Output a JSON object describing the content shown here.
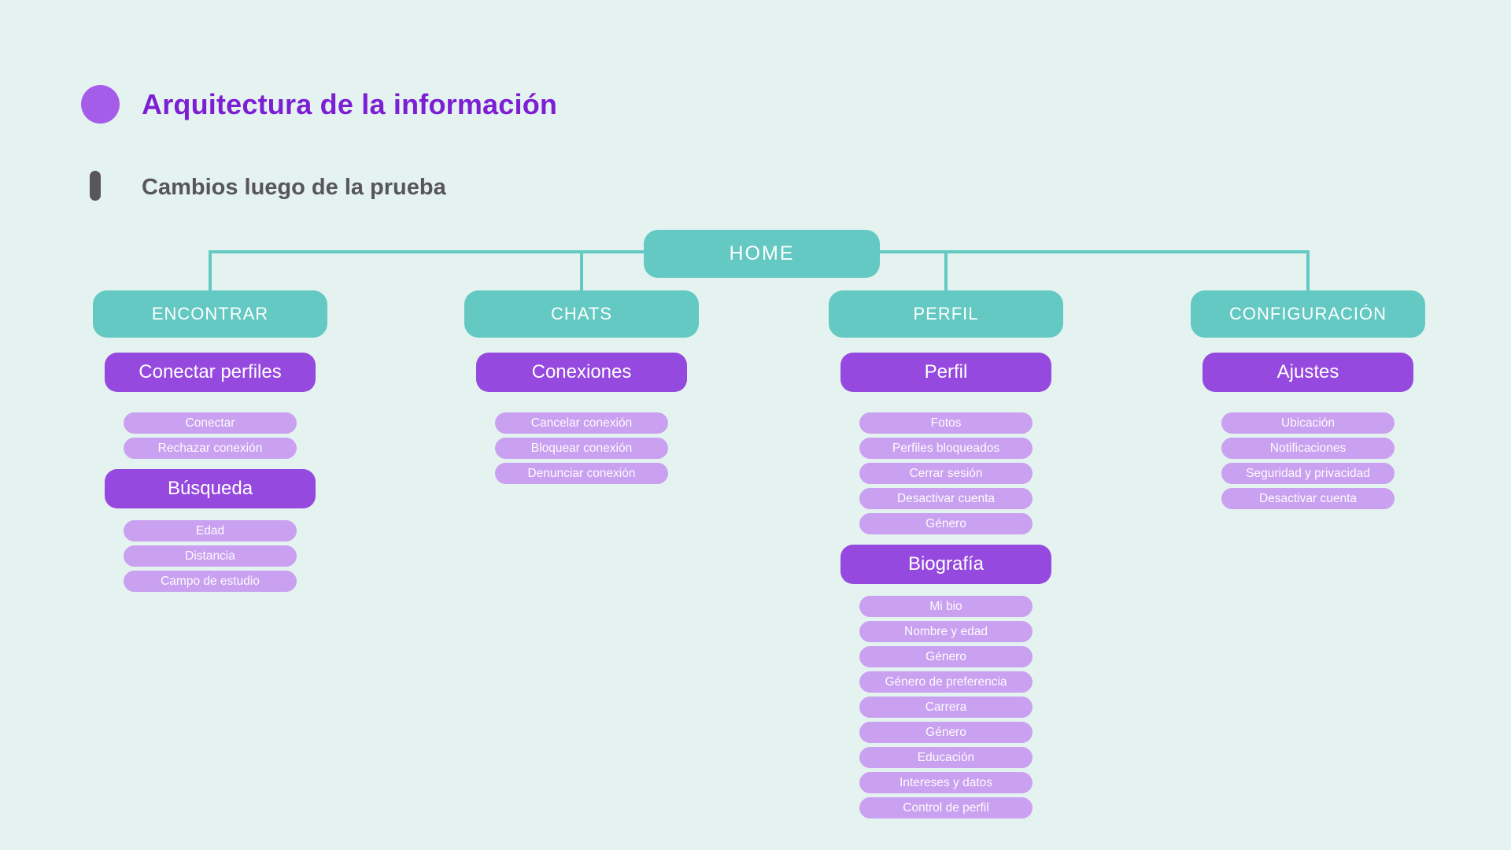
{
  "page": {
    "title": "Arquitectura de la información",
    "subtitle": "Cambios luego de la prueba"
  },
  "colors": {
    "background": "#e5f3f0",
    "teal_node": "#63c9c2",
    "purple_node": "#9549de",
    "light_purple_pill": "#c9a1f0",
    "title_text": "#7c1ed4",
    "subtitle_text": "#57575a",
    "bullet_dot": "#a55ce8",
    "node_text": "#ffffff"
  },
  "tree": {
    "root": {
      "label": "HOME"
    },
    "branches": [
      {
        "label": "ENCONTRAR",
        "sections": [
          {
            "header": "Conectar perfiles",
            "items": [
              "Conectar",
              "Rechazar conexión"
            ]
          },
          {
            "header": "Búsqueda",
            "items": [
              "Edad",
              "Distancia",
              "Campo de estudio"
            ]
          }
        ]
      },
      {
        "label": "CHATS",
        "sections": [
          {
            "header": "Conexiones",
            "items": [
              "Cancelar conexión",
              "Bloquear conexión",
              "Denunciar conexión"
            ]
          }
        ]
      },
      {
        "label": "PERFIL",
        "sections": [
          {
            "header": "Perfil",
            "items": [
              "Fotos",
              "Perfiles bloqueados",
              "Cerrar sesión",
              "Desactivar cuenta",
              "Género"
            ]
          },
          {
            "header": "Biografía",
            "items": [
              "Mi bio",
              "Nombre y edad",
              "Género",
              "Género de preferencia",
              "Carrera",
              "Género",
              "Educación",
              "Intereses y datos",
              "Control de perfil"
            ]
          }
        ]
      },
      {
        "label": "CONFIGURACIÓN",
        "sections": [
          {
            "header": "Ajustes",
            "items": [
              "Ubicación",
              "Notificaciones",
              "Seguridad y privacidad",
              "Desactivar cuenta"
            ]
          }
        ]
      }
    ]
  }
}
